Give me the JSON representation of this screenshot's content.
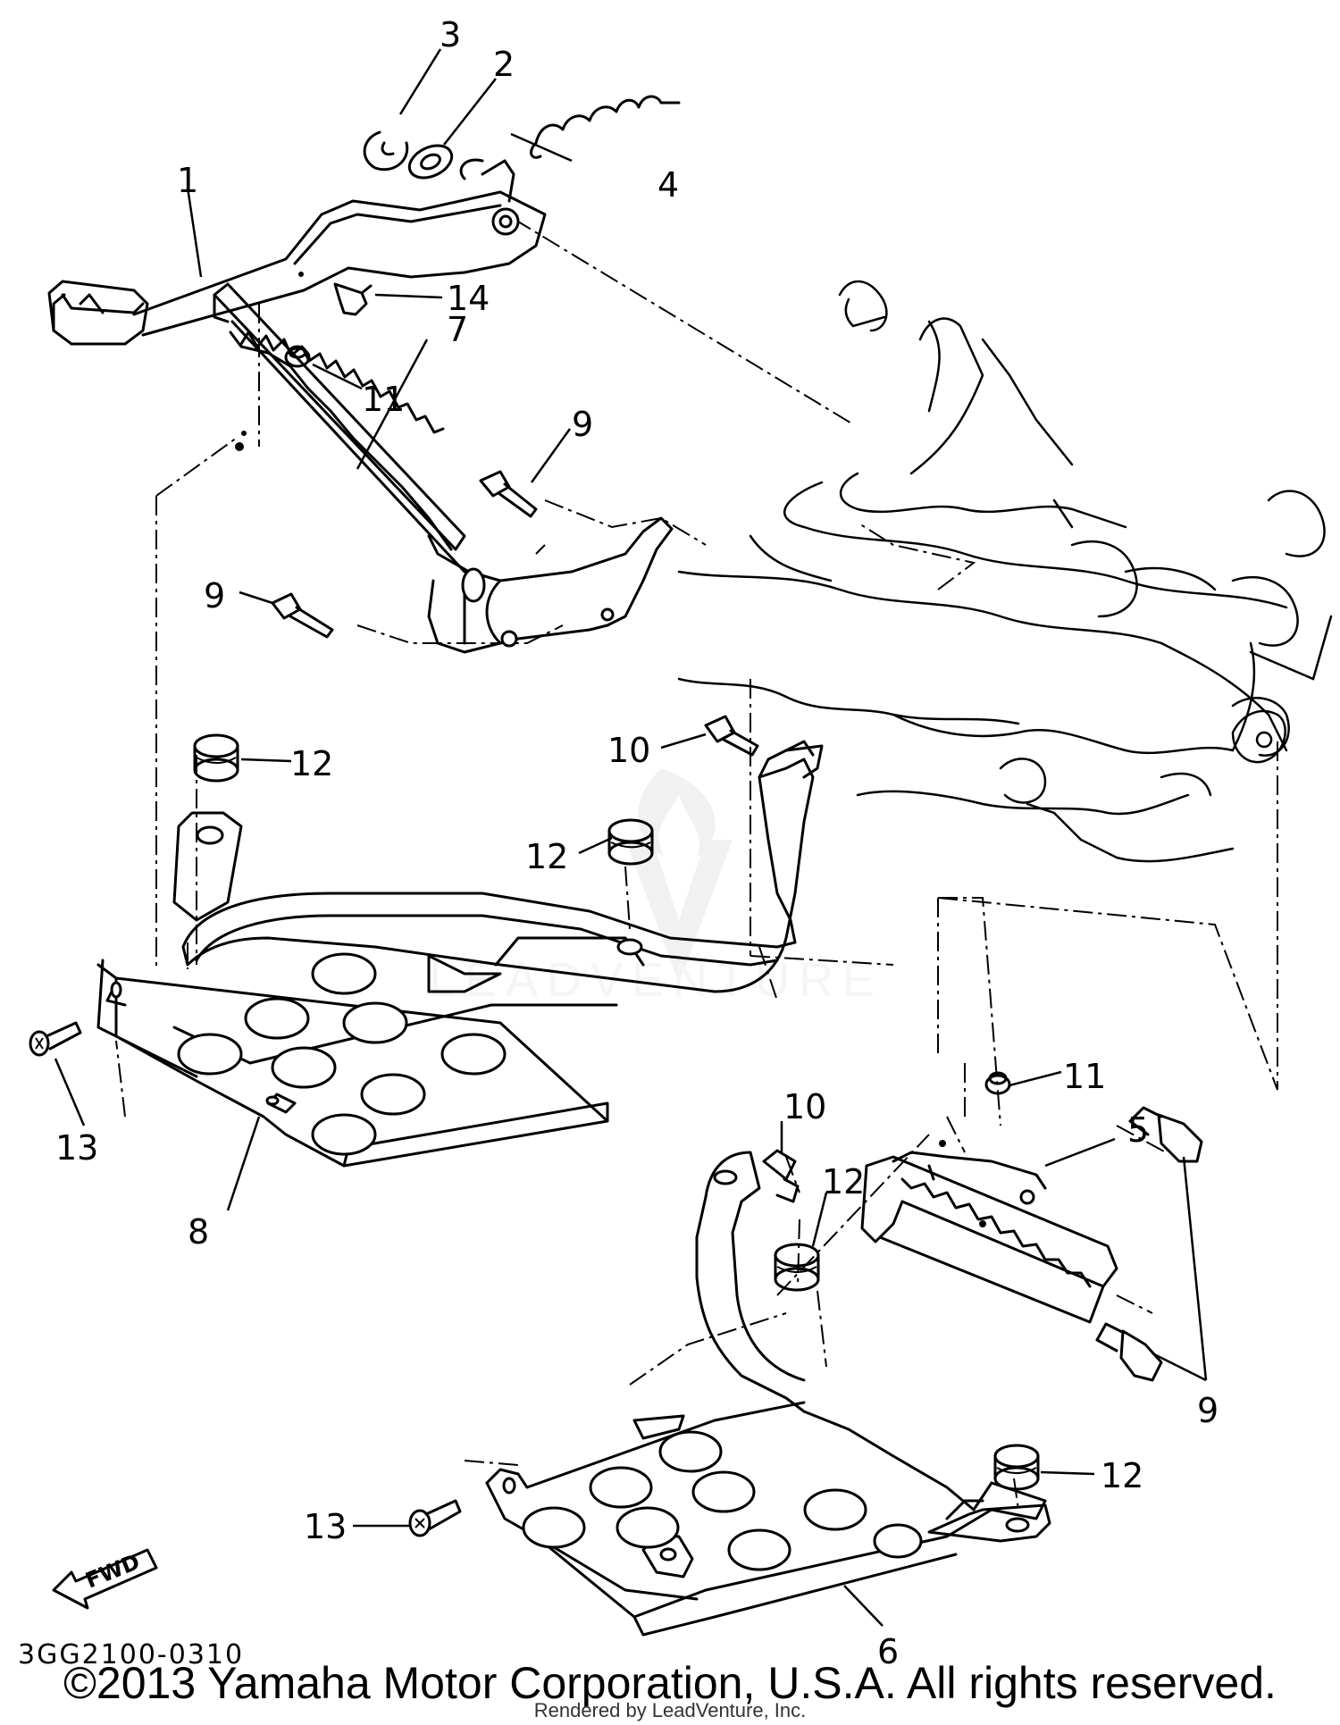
{
  "diagram": {
    "callouts": [
      "1",
      "2",
      "3",
      "4",
      "5",
      "6",
      "7",
      "8",
      "9",
      "9",
      "9",
      "10",
      "10",
      "11",
      "11",
      "12",
      "12",
      "12",
      "12",
      "13",
      "13",
      "14"
    ],
    "code": "3GG2100-0310",
    "fwd_label": "FWD",
    "watermark": "LEADVENTURE"
  },
  "footer": {
    "copyright": "©2013 Yamaha Motor Corporation, U.S.A. All rights reserved.",
    "rendered_by": "Rendered by LeadVenture, Inc."
  }
}
